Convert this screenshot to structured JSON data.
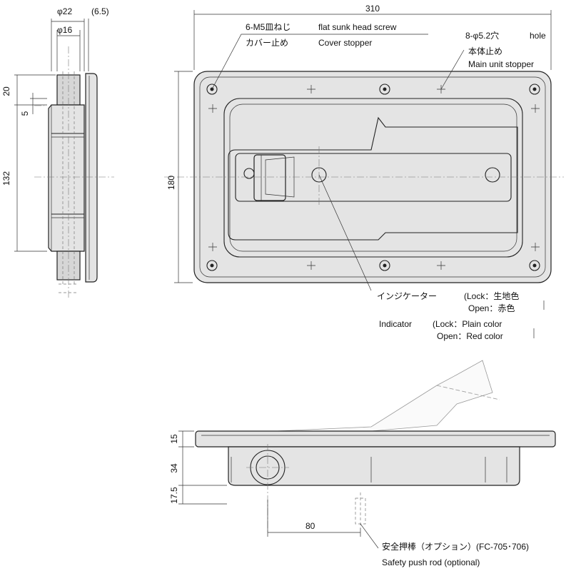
{
  "dimensions": {
    "width_total": "310",
    "height_total": "180",
    "dia_22": "φ22",
    "dia_16": "φ16",
    "offset_6_5": "(6.5)",
    "dim_20": "20",
    "dim_5": "5",
    "dim_132": "132",
    "dim_15": "15",
    "dim_34": "34",
    "dim_17_5": "17.5",
    "dim_80": "80"
  },
  "callouts": {
    "screw_jp": "6-M5皿ねじ",
    "screw_en": "flat sunk head screw",
    "cover_jp": "カバー止め",
    "cover_en": "Cover stopper",
    "hole_jp": "8-φ5.2穴",
    "hole_en": "hole",
    "main_jp": "本体止め",
    "main_en": "Main unit stopper",
    "indicator_jp": "インジケーター",
    "indicator_jp_lock": "(Lock：生地色",
    "indicator_jp_open": "Open：赤色",
    "indicator_en": "Indicator",
    "indicator_en_lock": "(Lock：Plain color",
    "indicator_en_open": "Open：Red color",
    "pushrod_jp": "安全押棒（オプション）(FC-705･706)",
    "pushrod_en": "Safety push rod (optional)"
  }
}
